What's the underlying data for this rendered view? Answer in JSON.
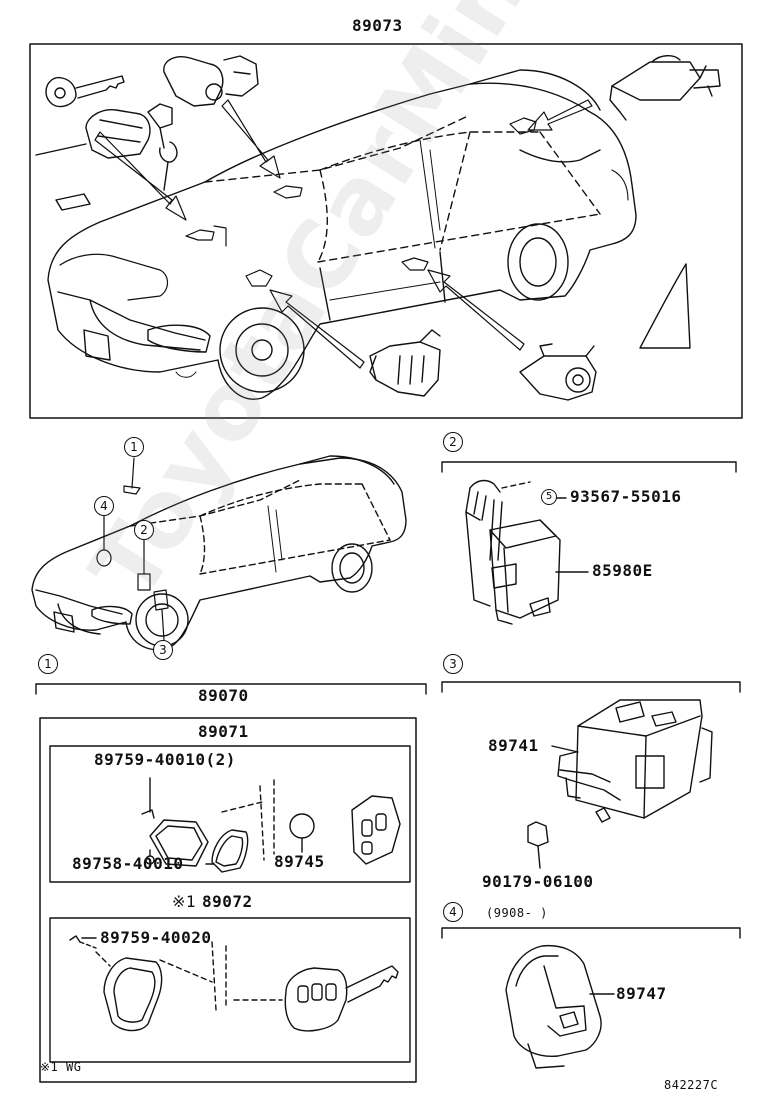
{
  "watermark": "ToyotaCarMine.ru",
  "top": {
    "part": "89073"
  },
  "sec2": {
    "marker": "2",
    "screw_marker": "5",
    "screw": "93567-55016",
    "module": "85980E"
  },
  "callouts": {
    "c1": "1",
    "c2": "2",
    "c3": "3",
    "c4": "4"
  },
  "sec1": {
    "marker": "1",
    "part": "89070",
    "sub": "89071",
    "screw": "89759-40010(2)",
    "gasket": "89758-40010",
    "battery": "89745",
    "key_prefix": "※1",
    "key_part": "89072",
    "key_screw": "89759-40020"
  },
  "sec3": {
    "marker": "3",
    "ecu": "89741",
    "clip": "90179-06100"
  },
  "sec4": {
    "marker": "4",
    "date_range": "(9908-      )",
    "part": "89747"
  },
  "footnote": "※1 WG",
  "diagram_code": "842227C"
}
